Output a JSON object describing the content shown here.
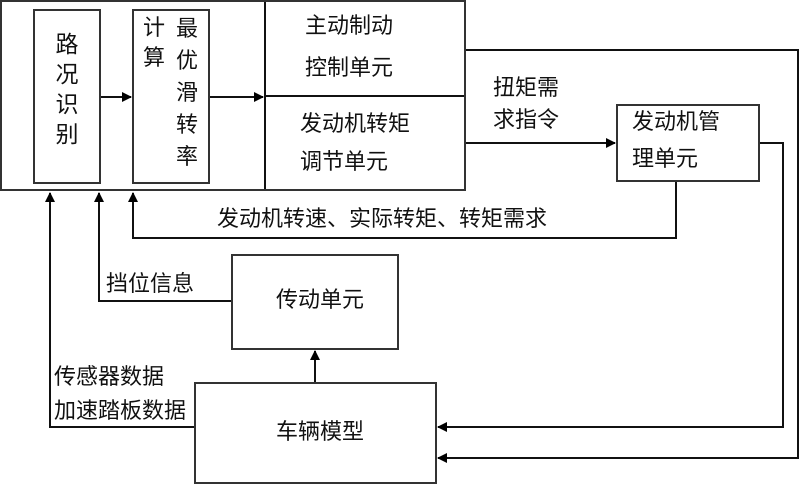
{
  "blocks": {
    "road_recognition": "路况识别",
    "calc_label": "计算",
    "optimal_slip": "最优滑转率",
    "active_brake_line1": "主动制动",
    "active_brake_line2": "控制单元",
    "engine_torque_line1": "发动机转矩",
    "engine_torque_line2": "调节单元",
    "ems_line1": "发动机管",
    "ems_line2": "理单元",
    "transmission": "传动单元",
    "vehicle_model": "车辆模型"
  },
  "signals": {
    "torque_request_line1": "扭矩需",
    "torque_request_line2": "求指令",
    "engine_feedback": "发动机转速、实际转矩、转矩需求",
    "gear_info": "挡位信息",
    "sensor_data": "传感器数据",
    "pedal_data": "加速踏板数据"
  }
}
